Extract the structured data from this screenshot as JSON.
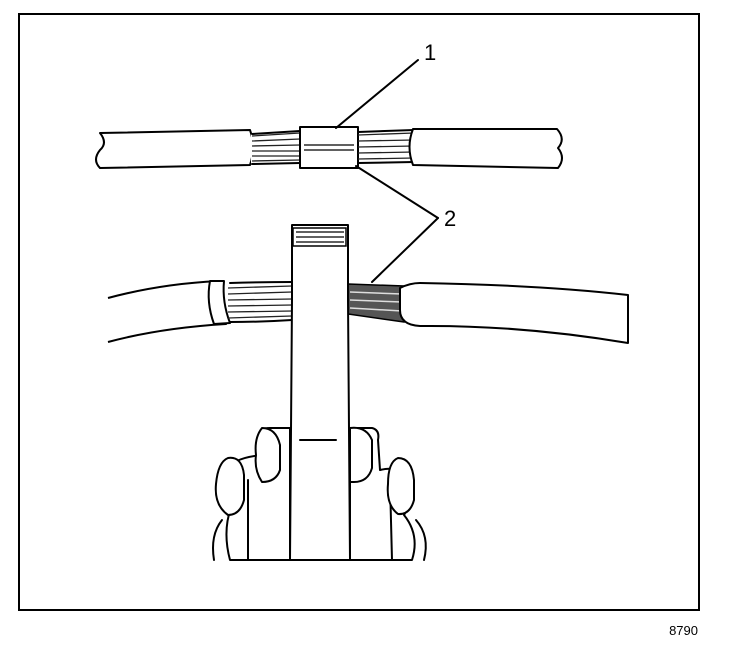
{
  "callouts": {
    "one": "1",
    "two": "2"
  },
  "figure_number": "8790"
}
